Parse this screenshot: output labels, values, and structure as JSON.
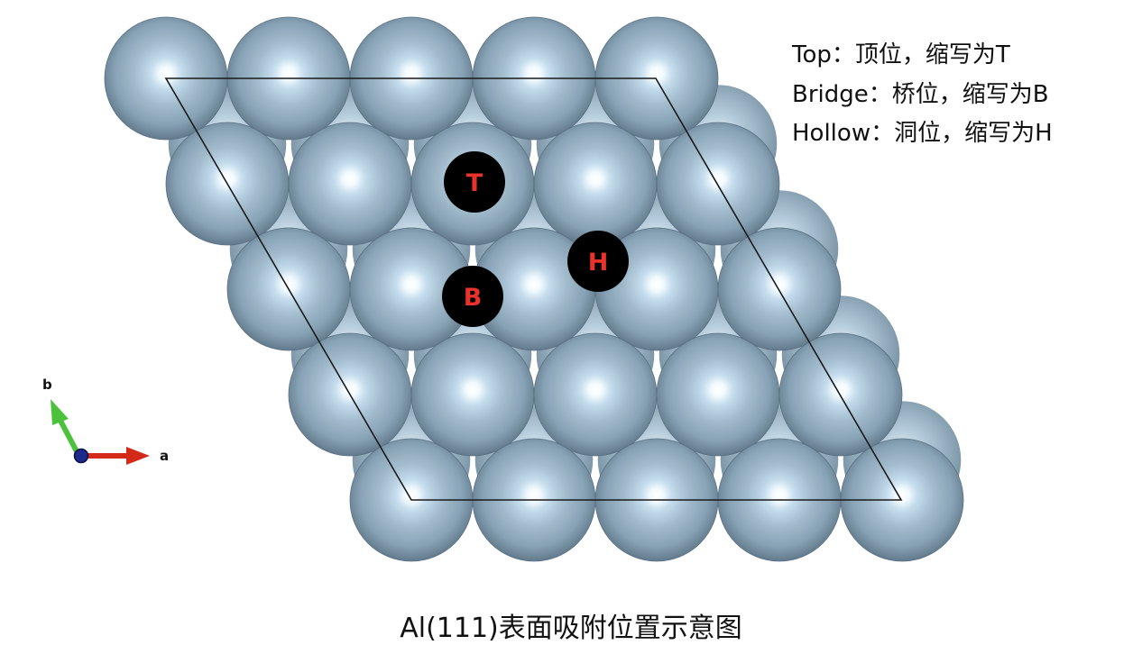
{
  "legend": [
    "Top：顶位，缩写为T",
    "Bridge：桥位，缩写为B",
    "Hollow：洞位，缩写为H"
  ],
  "caption": "Al(111)表面吸附位置示意图",
  "axes": {
    "a_label": "a",
    "b_label": "b",
    "a_color": "#d42a1a",
    "b_color": "#4cc23c",
    "origin_color": "#1c2a8c"
  },
  "sites": [
    {
      "label": "T"
    },
    {
      "label": "B"
    },
    {
      "label": "H"
    }
  ],
  "colors": {
    "atom": "#7f9bb0",
    "site_bg": "#000000",
    "site_text": "#e8322a",
    "cell_line": "#1a1a1a"
  }
}
